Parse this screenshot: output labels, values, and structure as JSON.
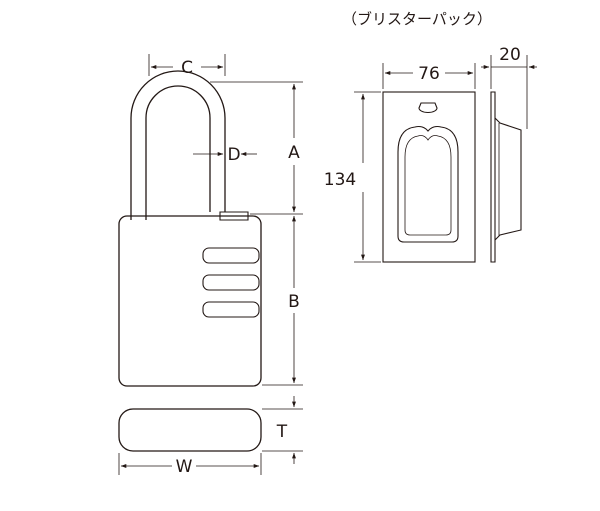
{
  "lock": {
    "label_c": "C",
    "label_d": "D",
    "label_a": "A",
    "label_b": "B",
    "label_t": "T",
    "label_w": "W"
  },
  "package": {
    "caption": "（ブリスターパック）",
    "width_value": "76",
    "depth_value": "20",
    "height_value": "134"
  }
}
